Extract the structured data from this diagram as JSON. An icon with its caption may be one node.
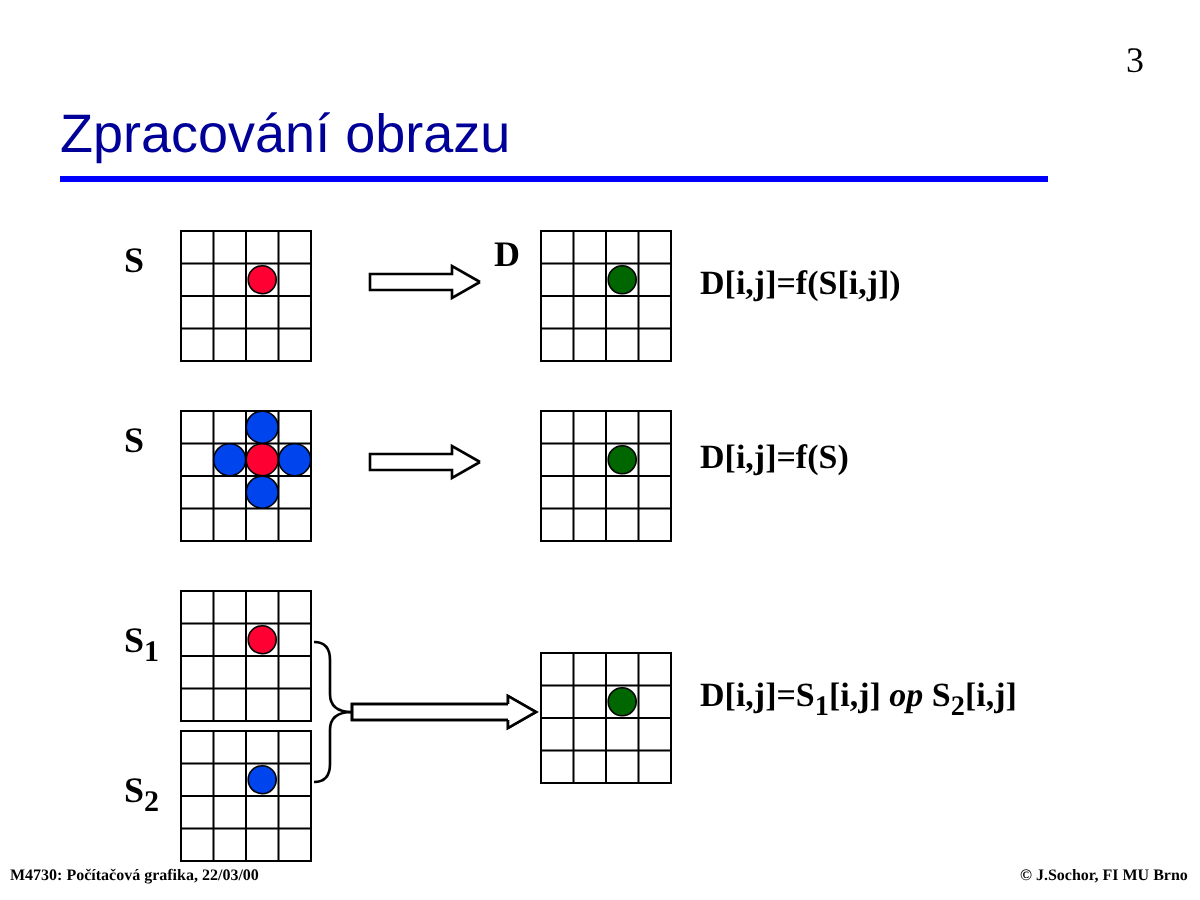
{
  "diagram": {
    "title": "Zpracování obrazu",
    "nodes": [
      {
        "text": [],
        "shape": "grid",
        "beside": [
          "S"
        ]
      },
      {
        "text": [],
        "shape": "grid",
        "beside": [
          "D"
        ]
      },
      {
        "text": [],
        "shape": "grid",
        "beside": [
          "S"
        ]
      },
      {
        "text": [],
        "shape": "grid"
      },
      {
        "text": [],
        "shape": "grid",
        "beside": [
          "S$_{1}$"
        ]
      },
      {
        "text": [],
        "shape": "grid",
        "beside": [
          "S$_{2}$"
        ]
      },
      {
        "text": [],
        "shape": "grid"
      }
    ],
    "edges": [
      {
        "from": 0,
        "to": 1,
        "arrow": "to"
      },
      {
        "from": 2,
        "to": 3,
        "arrow": "to"
      },
      {
        "from": 4,
        "to": 6,
        "arrow": "to"
      },
      {
        "from": 5,
        "to": 6,
        "arrow": "to"
      }
    ],
    "labels": [
      "3",
      "D[i,j]=f(S[i,j])",
      "D[i,j]=f(S)",
      "D[i,j]=S$_{1}$[i,j] *op* S$_{2}$[i,j]",
      "M4730: Počítačová grafika, 22/03/00",
      "© J.Sochor, FI MU Brno"
    ]
  }
}
